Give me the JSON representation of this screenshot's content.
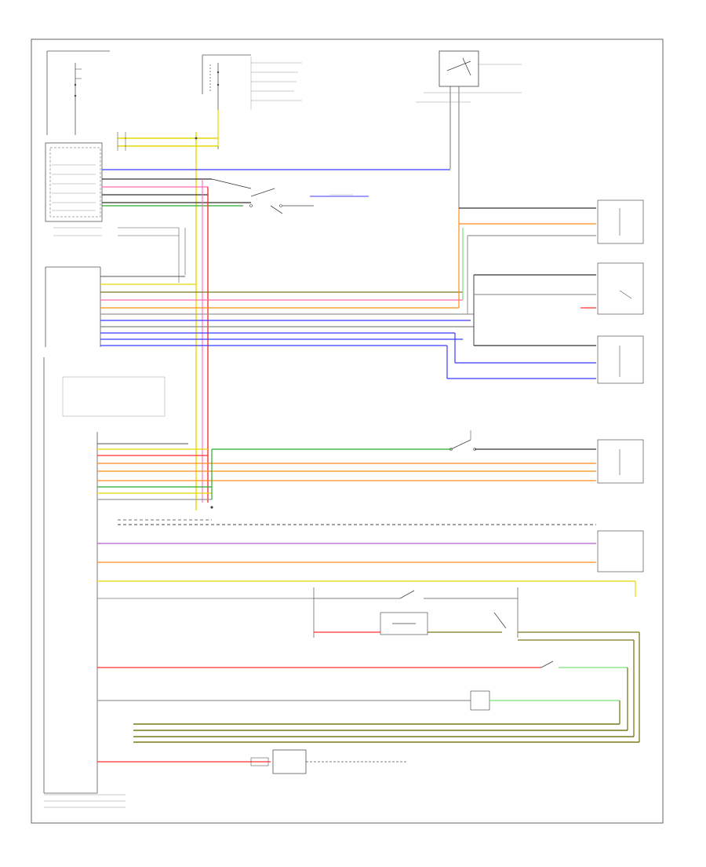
{
  "diagram": {
    "footer_code": "",
    "colors": {
      "wire_black": "#333333",
      "wire_yellow": "#e6d800",
      "wire_red": "#ff3030",
      "wire_pink": "#ff69b4",
      "wire_blue": "#3b3bff",
      "wire_green": "#2eaa2e",
      "wire_light_green": "#7ae07a",
      "wire_orange": "#ff8c1a",
      "wire_gray": "#999999",
      "wire_olive": "#7a7a1e",
      "frame": "#555555"
    },
    "components": [
      {
        "id": "hot-at-all-times-fuse",
        "label": ""
      },
      {
        "id": "hot-in-on-fuse",
        "label": ""
      },
      {
        "id": "ignition-switch",
        "label": ""
      },
      {
        "id": "body-control-module",
        "label": ""
      },
      {
        "id": "driver-door-module",
        "label": ""
      },
      {
        "id": "driver-door-lock-actuator",
        "label": ""
      },
      {
        "id": "rear-door-lock-actuator-left",
        "label": ""
      },
      {
        "id": "rear-door-lock-actuator-right",
        "label": ""
      },
      {
        "id": "passenger-door-module",
        "label": ""
      },
      {
        "id": "front-passenger-door-switch",
        "label": ""
      },
      {
        "id": "front-passenger-door-actuator",
        "label": ""
      },
      {
        "id": "rear-window-lockout-switch-left",
        "label": ""
      },
      {
        "id": "rear-window-lockout-switch-right",
        "label": ""
      },
      {
        "id": "rear-door-lock-cylinder-left",
        "label": ""
      },
      {
        "id": "rear-door-lock-cylinder-right",
        "label": ""
      },
      {
        "id": "trunk-release-motor",
        "label": ""
      },
      {
        "id": "front-passenger-door-ajar-switch",
        "label": ""
      },
      {
        "id": "front-passenger-door-lock-cylinder",
        "label": ""
      }
    ]
  }
}
